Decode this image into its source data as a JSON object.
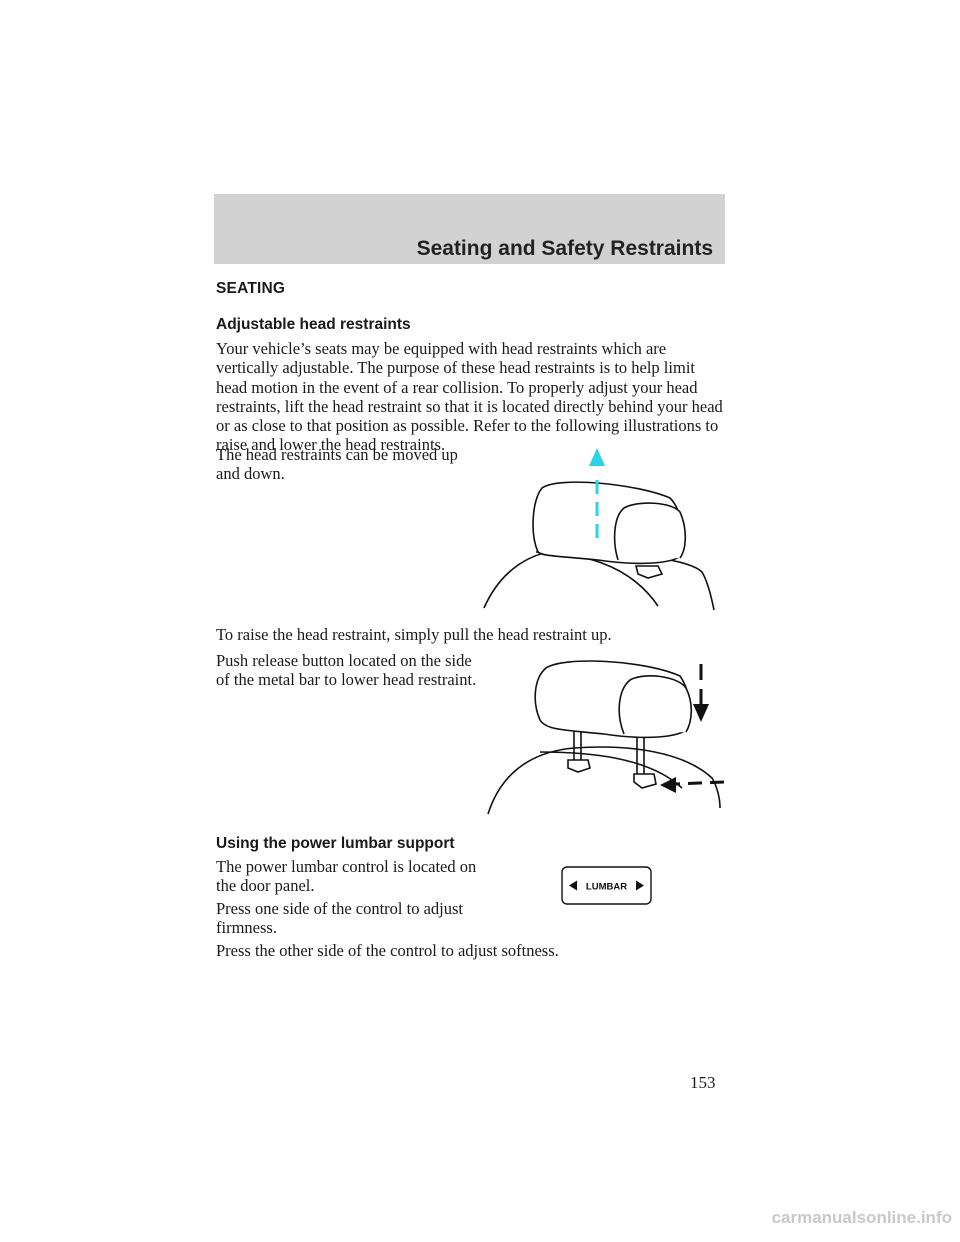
{
  "header": {
    "title": "Seating and Safety Restraints"
  },
  "section": {
    "heading": "SEATING"
  },
  "head_restraints": {
    "heading": "Adjustable head restraints",
    "intro": "Your vehicle’s seats may be equipped with head restraints which are vertically adjustable. The purpose of these head restraints is to help limit head motion in the event of a rear collision. To properly adjust your head restraints, lift the head restraint so that it is located directly behind your head or as close to that position as possible. Refer to the following illustrations to raise and lower the head restraints.",
    "move_text": "The head restraints can be moved up and down.",
    "raise_text": "To raise the head restraint, simply pull the head restraint up.",
    "lower_text": "Push release button located on the side of the metal bar to lower head restraint."
  },
  "lumbar": {
    "heading": "Using the power lumbar support",
    "location_text": "The power lumbar control is located on the door panel.",
    "firmness_text": "Press one side of the control to adjust firmness.",
    "softness_text": "Press the other side of the control to adjust softness.",
    "control_label": "LUMBAR"
  },
  "colors": {
    "up_arrow": "#2ad4e6",
    "header_band": "#d2d2d2"
  },
  "page": {
    "number": "153"
  },
  "watermark": "carmanualsonline.info"
}
